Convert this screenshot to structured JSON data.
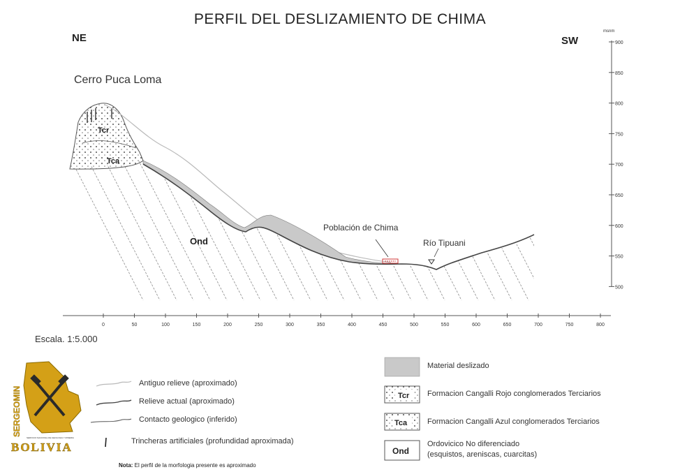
{
  "title": "PERFIL DEL DESLIZAMIENTO DE CHIMA",
  "directions": {
    "left": "NE",
    "right": "SW"
  },
  "labels": {
    "mountain": "Cerro Puca Loma",
    "town": "Población de Chima",
    "river": "Río Tipuani",
    "unit_tcr": "Tcr",
    "unit_tca": "Tca",
    "unit_ond": "Ond"
  },
  "scale_text": "Escala. 1:5.000",
  "x_axis": {
    "ticks": [
      "0",
      "50",
      "100",
      "150",
      "200",
      "250",
      "300",
      "350",
      "400",
      "450",
      "500",
      "550",
      "600",
      "650",
      "700",
      "750",
      "800"
    ]
  },
  "y_axis": {
    "unit": "msnm",
    "ticks": [
      "900",
      "850",
      "800",
      "750",
      "700",
      "650",
      "600",
      "550",
      "500"
    ]
  },
  "legend_left": [
    {
      "kind": "old-relief",
      "label": "Antiguo relieve  (aproximado)"
    },
    {
      "kind": "current-relief",
      "label": "Relieve actual  (aproximado)"
    },
    {
      "kind": "contact",
      "label": "Contacto geologico (inferido)"
    },
    {
      "kind": "trench",
      "label": "Trincheras artificiales  (profundidad aproximada)"
    }
  ],
  "legend_right": [
    {
      "box": "",
      "label": "Material deslizado"
    },
    {
      "box": "Tcr",
      "label": "Formacion Cangalli Rojo conglomerados Terciarios"
    },
    {
      "box": "Tca",
      "label": "Formacion Cangalli Azul conglomerados Terciarios"
    },
    {
      "box": "Ond",
      "label": "Ordovicico No diferenciado",
      "label2": "(esquistos, areniscas, cuarcitas)"
    }
  ],
  "note": {
    "prefix": "Nota:",
    "text": " El perfil de la morfologia presente es aproximado"
  },
  "logo": {
    "vertical": "SERGEOMIN",
    "bottom": "BOLIVIA",
    "small": "SERVICIO NACIONAL DE GEOLOGIA Y MINERIA"
  },
  "colors": {
    "slide": "#c9c9c9",
    "town": "#d23a3a",
    "logo_gold": "#d4a017",
    "logo_dark": "#2a2a2a"
  }
}
